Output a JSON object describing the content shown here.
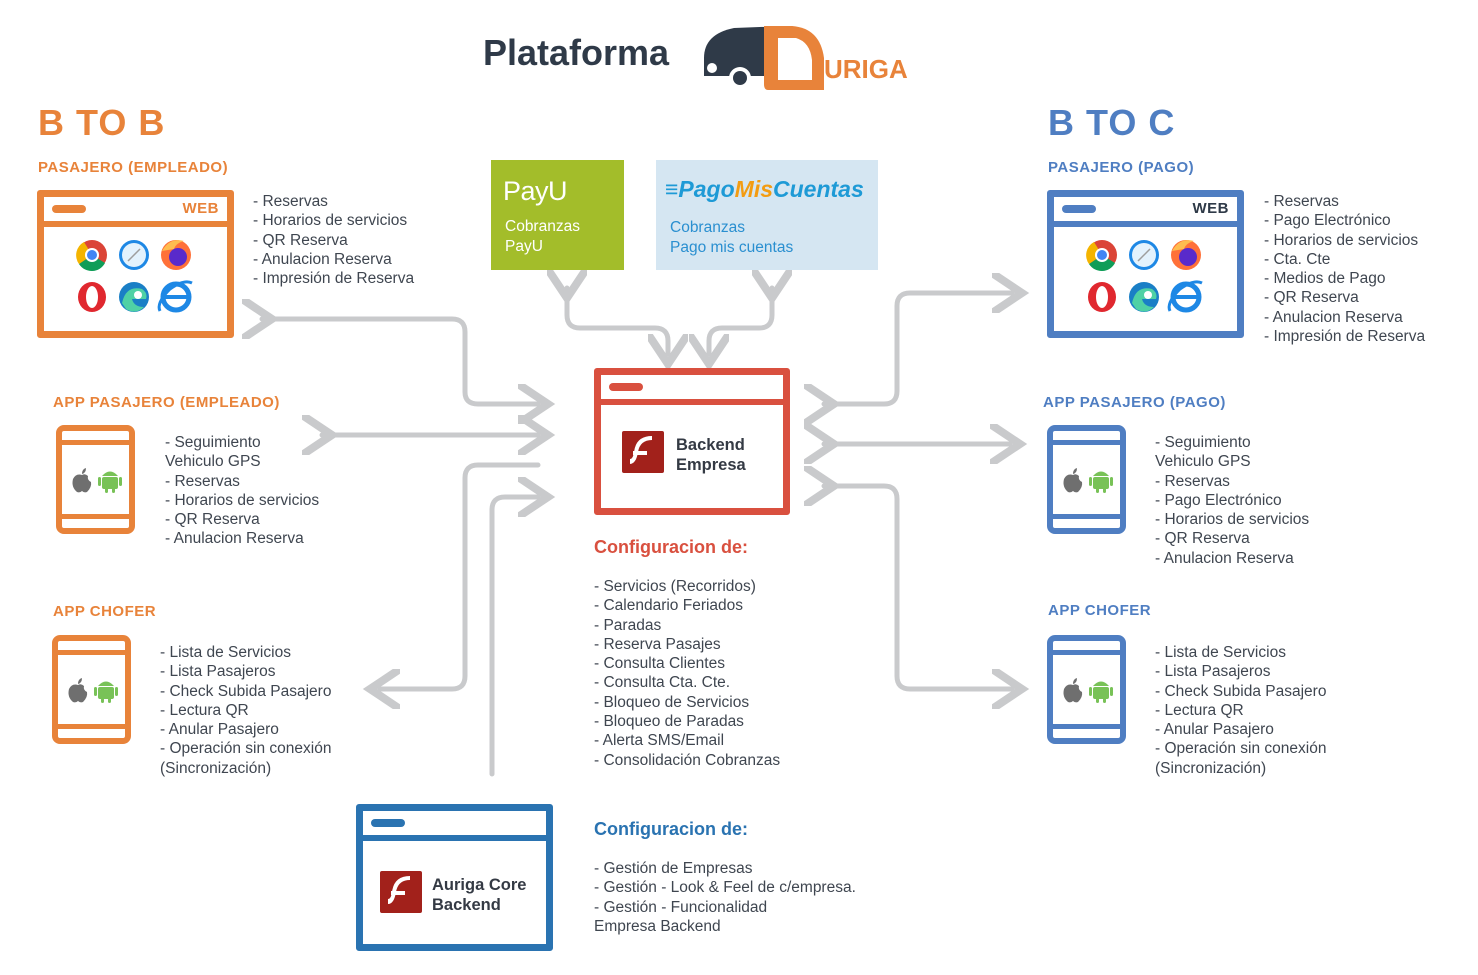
{
  "header": {
    "title": "Plataforma",
    "logo_text": "URIGA"
  },
  "colors": {
    "orange": "#e8833a",
    "blue": "#4f7ec2",
    "red": "#d9503f",
    "dark_blue": "#2a73b1",
    "payu_green": "#a3bd2a",
    "pmc_light": "#d5e6f2",
    "arrow_gray": "#c9cacc"
  },
  "btob": {
    "heading": "B TO B",
    "web": {
      "section": "PASAJERO (EMPLEADO)",
      "label": "WEB",
      "items": [
        "- Reservas",
        "- Horarios de servicios",
        "- QR Reserva",
        "- Anulacion Reserva",
        "- Impresión de Reserva"
      ]
    },
    "app_pasajero": {
      "section": "APP PASAJERO (EMPLEADO)",
      "items": [
        "- Seguimiento",
        "Vehiculo GPS",
        "- Reservas",
        "- Horarios de servicios",
        "- QR Reserva",
        "- Anulacion Reserva"
      ]
    },
    "app_chofer": {
      "section": "APP CHOFER",
      "items": [
        "- Lista de Servicios",
        "- Lista Pasajeros",
        "- Check Subida Pasajero",
        "- Lectura QR",
        "- Anular Pasajero",
        "- Operación sin conexión",
        "(Sincronización)"
      ]
    }
  },
  "btoc": {
    "heading": "B TO C",
    "web": {
      "section": "PASAJERO (PAGO)",
      "label": "WEB",
      "items": [
        "- Reservas",
        "- Pago Electrónico",
        "- Horarios de servicios",
        "- Cta. Cte",
        "- Medios de Pago",
        "- QR Reserva",
        "- Anulacion Reserva",
        "- Impresión de Reserva"
      ]
    },
    "app_pasajero": {
      "section": "APP PASAJERO (PAGO)",
      "items": [
        "- Seguimiento",
        "Vehiculo GPS",
        "- Reservas",
        "- Pago Electrónico",
        "- Horarios de servicios",
        "- QR Reserva",
        "- Anulacion Reserva"
      ]
    },
    "app_chofer": {
      "section": "APP CHOFER",
      "items": [
        "- Lista de Servicios",
        "- Lista Pasajeros",
        "- Check Subida Pasajero",
        "- Lectura QR",
        "- Anular Pasajero",
        "- Operación sin conexión",
        "(Sincronización)"
      ]
    }
  },
  "payu": {
    "logo": "PayU",
    "lines": [
      "Cobranzas",
      "PayU"
    ]
  },
  "pagomiscuentas": {
    "logo_a": "Pago",
    "logo_b": "Mis",
    "logo_c": "Cuentas",
    "lines": [
      "Cobranzas",
      "Pago mis cuentas"
    ]
  },
  "backend": {
    "title_lines": [
      "Backend",
      "Empresa"
    ],
    "config_heading": "Configuracion de:",
    "config_items": [
      "- Servicios (Recorridos)",
      "- Calendario Feriados",
      "- Paradas",
      "- Reserva Pasajes",
      "- Consulta Clientes",
      "- Consulta Cta. Cte.",
      "- Bloqueo de Servicios",
      "- Bloqueo de Paradas",
      "- Alerta SMS/Email",
      "- Consolidación Cobranzas"
    ]
  },
  "core": {
    "title_lines": [
      "Auriga Core",
      "Backend"
    ],
    "config_heading": "Configuracion de:",
    "config_items": [
      "- Gestión de Empresas",
      "- Gestión - Look & Feel de c/empresa.",
      "- Gestión - Funcionalidad",
      "Empresa Backend"
    ]
  }
}
